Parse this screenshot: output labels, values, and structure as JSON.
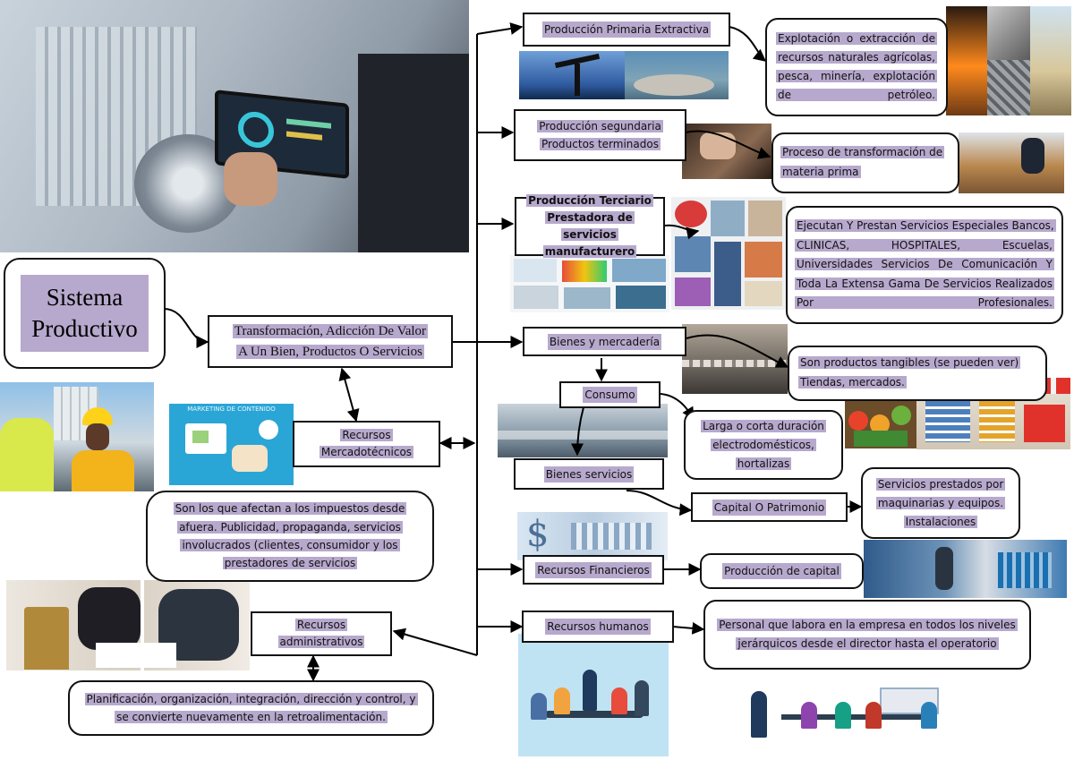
{
  "title": {
    "line1": "Sistema",
    "line2": "Productivo"
  },
  "main_box": {
    "line1": "Transformación, Adicción De Valor",
    "line2": "A Un Bien, Productos O Servicios"
  },
  "mercadotecnicos": {
    "label_1": "Recursos",
    "label_2": "Mercadotécnicos",
    "description": "Son los que afectan a los impuestos desde afuera. Publicidad, propaganda, servicios involucrados (clientes, consumidor y los prestadores de servicios",
    "image_caption": "MARKETING DE CONTENIDO"
  },
  "administrativos": {
    "label_1": "Recursos",
    "label_2": "administrativos",
    "description": "Planificación, organización, integración, dirección y control, y se convierte nuevamente en la retroalimentación."
  },
  "primaria": {
    "label": "Producción Primaria Extractiva",
    "description": "Explotación o extracción de recursos naturales agrícolas, pesca, minería, explotación de petróleo."
  },
  "secundaria": {
    "label_1": "Producción segundaria",
    "label_2": "Productos terminados",
    "description": "Proceso de transformación de materia prima"
  },
  "terciaria": {
    "label_1": "Producción Terciario",
    "label_2": "Prestadora de servicios",
    "label_3": "manufacturero",
    "description": "Ejecutan Y Prestan Servicios Especiales Bancos, CLINICAS, HOSPITALES, Escuelas, Universidades Servicios De Comunicación Y Toda La Extensa Gama De Servicios Realizados Por Profesionales."
  },
  "bienes_mercaderia": {
    "label": "Bienes y mercadería",
    "description": "Son productos tangibles (se pueden ver) Tiendas, mercados."
  },
  "consumo": {
    "label": "Consumo",
    "description_1": "Larga o corta duración",
    "description_2": "electrodomésticos,",
    "description_3": "hortalizas"
  },
  "bienes_servicios": {
    "label": "Bienes servicios"
  },
  "capital": {
    "label": "Capital O Patrimonio",
    "description_1": "Servicios prestados por",
    "description_2": "maquinarias y equipos.",
    "description_3": "Instalaciones"
  },
  "financieros": {
    "label": "Recursos Financieros",
    "result": "Producción de capital"
  },
  "humanos": {
    "label": "Recursos humanos",
    "description": "Personal que labora en la empresa en todos los niveles jerárquicos desde el director hasta el operatorio"
  },
  "colors": {
    "highlight": "#b7a9cd",
    "border": "#111111",
    "arrow": "#000000"
  }
}
